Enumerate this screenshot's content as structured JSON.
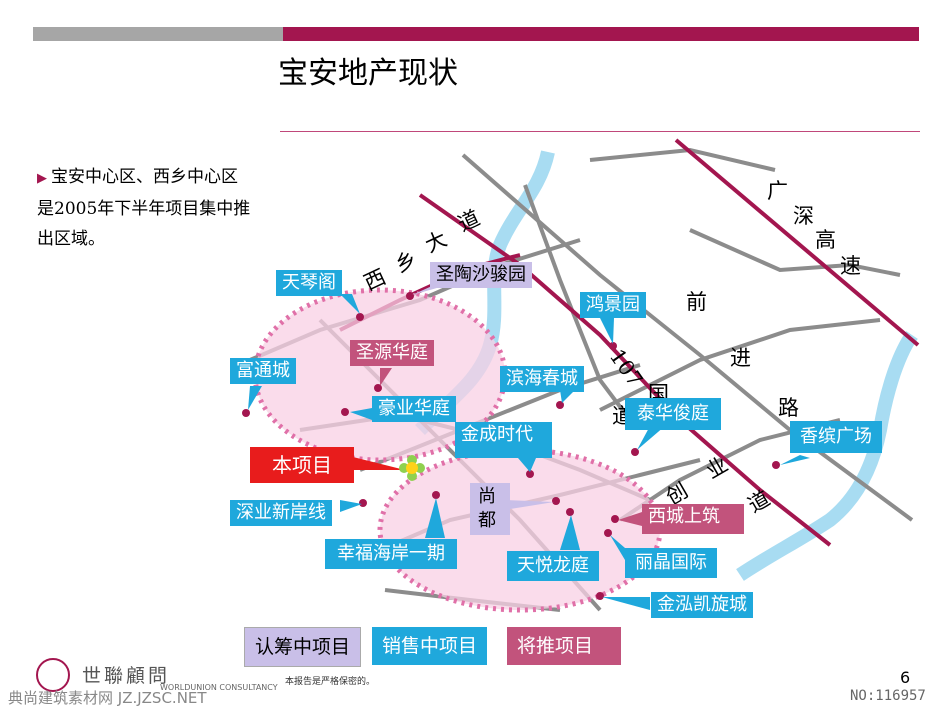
{
  "title": "宝安地产现状",
  "bullet_text": "宝安中心区、西乡中心区是2005年下半年项目集中推出区域。",
  "roads": {
    "xixiang": [
      "西",
      "乡",
      "大",
      "道"
    ],
    "guangshen": [
      "广",
      "深",
      "高",
      "速"
    ],
    "qianjin": [
      "前",
      "进",
      "路"
    ],
    "guodao": [
      "107",
      "国",
      "道"
    ],
    "chuangye": [
      "创",
      "业",
      "道"
    ]
  },
  "projects": {
    "tianqin": "天琴阁",
    "shengtao": "圣陶沙骏园",
    "hongjing": "鸿景园",
    "futong": "富通城",
    "shengyuan": "圣源华庭",
    "binhai": "滨海春城",
    "haoye": "豪业华庭",
    "taihua": "泰华俊庭",
    "jincheng": "金成时代",
    "xiangbin": "香缤广场",
    "this_project": "本项目",
    "shangdu": "尚都",
    "xicheng": "西城上筑",
    "shenye": "深业新岸线",
    "xingfu": "幸福海岸一期",
    "tianyue": "天悦龙庭",
    "lijing": "丽晶国际",
    "jinhong": "金泓凯旋城"
  },
  "legend": {
    "subscribing": "认筹中项目",
    "selling": "销售中项目",
    "upcoming": "将推项目"
  },
  "colors": {
    "selling": "#1fa8dc",
    "upcoming": "#c2537c",
    "subscribing": "#c9bfe8",
    "accent": "#a3164f",
    "river": "#a8dcf2",
    "highlight": "#f8d0e4"
  },
  "footer": {
    "company": "世聯顧問",
    "company_sub": "WORLDUNION CONSULTANCY",
    "confidential": "本报告是严格保密的。",
    "page": "6",
    "watermark": "典尚建筑素材网 JZ.JZSC.NET",
    "no": "NO:116957"
  }
}
